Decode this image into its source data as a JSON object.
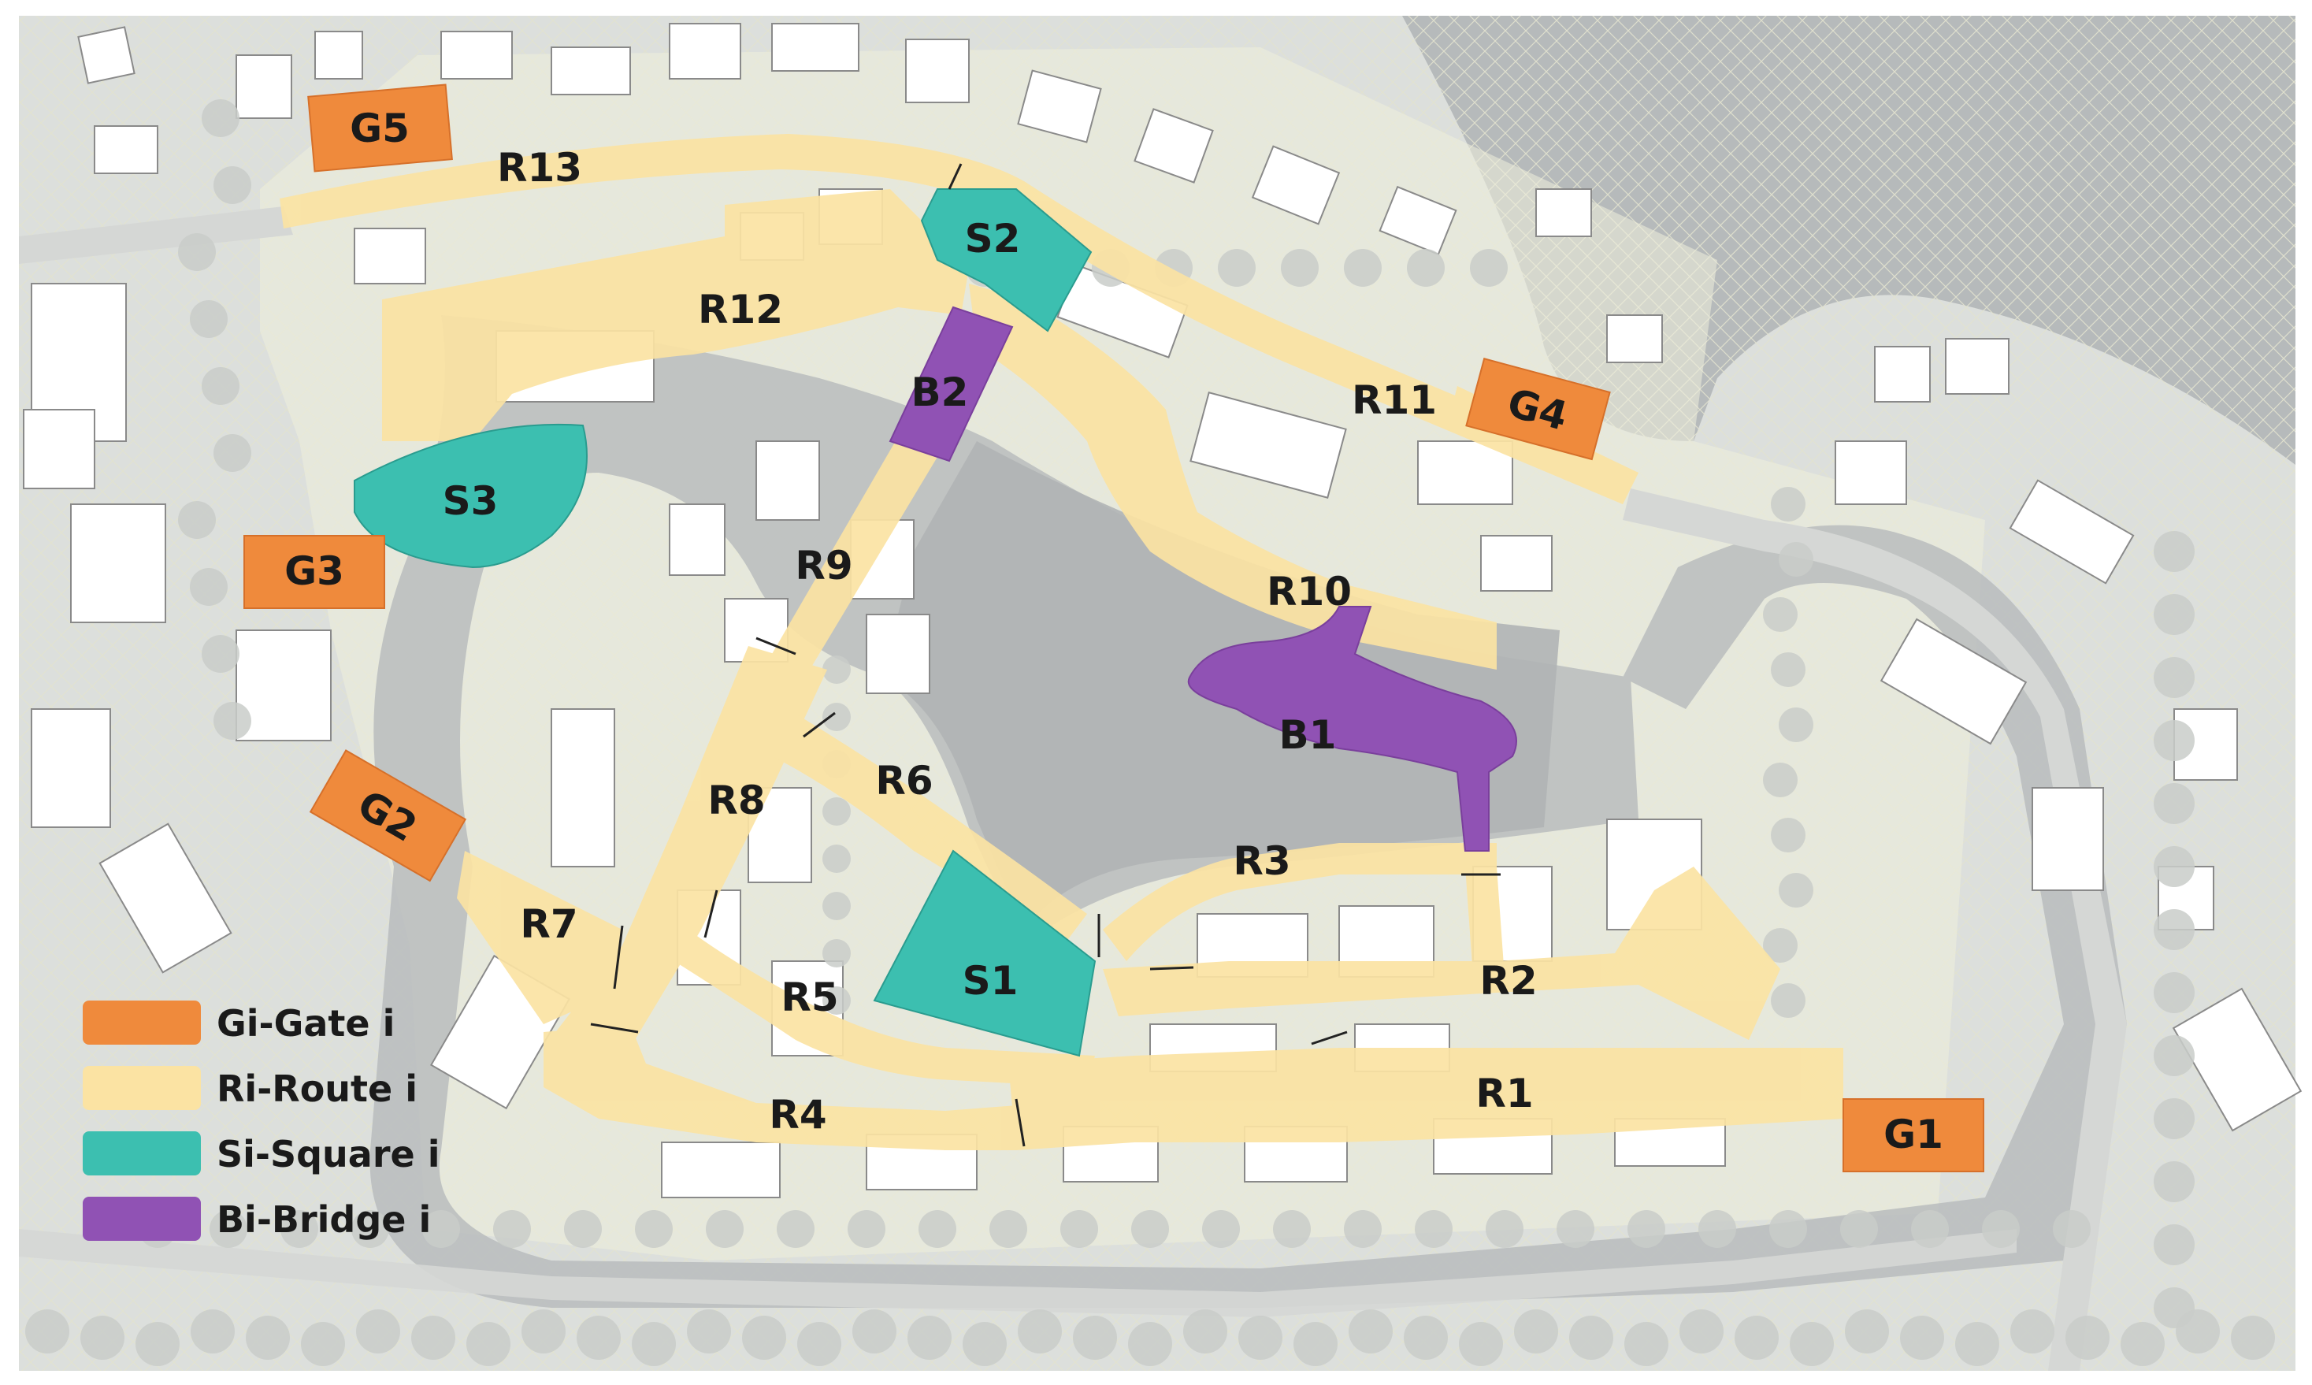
{
  "colors": {
    "gate": "#ef8a3c",
    "route": "#fbe3a3",
    "square": "#3cbfb0",
    "bridge": "#9052b4",
    "water": "#b8bcbd",
    "land": "#eeeedc",
    "background": "#dcdfdc"
  },
  "gates": [
    {
      "id": "G1",
      "label": "G1"
    },
    {
      "id": "G2",
      "label": "G2"
    },
    {
      "id": "G3",
      "label": "G3"
    },
    {
      "id": "G4",
      "label": "G4"
    },
    {
      "id": "G5",
      "label": "G5"
    }
  ],
  "routes": [
    {
      "id": "R1",
      "label": "R1"
    },
    {
      "id": "R2",
      "label": "R2"
    },
    {
      "id": "R3",
      "label": "R3"
    },
    {
      "id": "R4",
      "label": "R4"
    },
    {
      "id": "R5",
      "label": "R5"
    },
    {
      "id": "R6",
      "label": "R6"
    },
    {
      "id": "R7",
      "label": "R7"
    },
    {
      "id": "R8",
      "label": "R8"
    },
    {
      "id": "R9",
      "label": "R9"
    },
    {
      "id": "R10",
      "label": "R10"
    },
    {
      "id": "R11",
      "label": "R11"
    },
    {
      "id": "R12",
      "label": "R12"
    },
    {
      "id": "R13",
      "label": "R13"
    }
  ],
  "squares": [
    {
      "id": "S1",
      "label": "S1"
    },
    {
      "id": "S2",
      "label": "S2"
    },
    {
      "id": "S3",
      "label": "S3"
    }
  ],
  "bridges": [
    {
      "id": "B1",
      "label": "B1"
    },
    {
      "id": "B2",
      "label": "B2"
    }
  ],
  "legend": [
    {
      "key": "gate",
      "label": "Gi-Gate i"
    },
    {
      "key": "route",
      "label": "Ri-Route i"
    },
    {
      "key": "square",
      "label": "Si-Square i"
    },
    {
      "key": "bridge",
      "label": "Bi-Bridge i"
    }
  ]
}
